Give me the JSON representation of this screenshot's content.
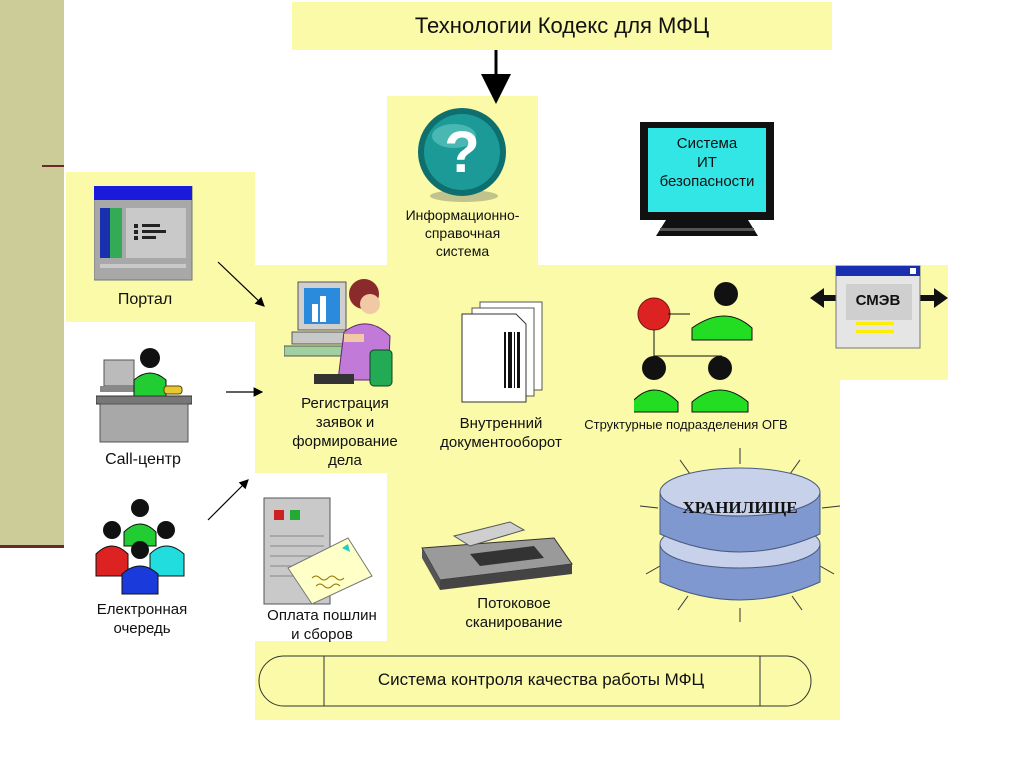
{
  "title": "Технологии Кодекс для МФЦ",
  "nodes": {
    "info_system": "Информационно-\nсправочная\nсистема",
    "it_security": "Система\nИТ\nбезопасности",
    "portal": "Портал",
    "call_center": "Call-центр",
    "e_queue": "Електронная\nочередь",
    "registration": "Регистрация\nзаявок и\nформирование\nдела",
    "internal_docs": "Внутренний\nдокументооборот",
    "ogv": "Структурные подразделения ОГВ",
    "smev": "СМЭВ",
    "storage": "ХРАНИЛИЩЕ",
    "payment": "Оплата пошлин\nи сборов",
    "scanning": "Потоковое\nсканирование",
    "quality": "Система контроля качества работы МФЦ"
  },
  "colors": {
    "yellow": "#fafaa8",
    "teal": "#138a8a",
    "green": "#22dd22",
    "red": "#dd2222"
  }
}
